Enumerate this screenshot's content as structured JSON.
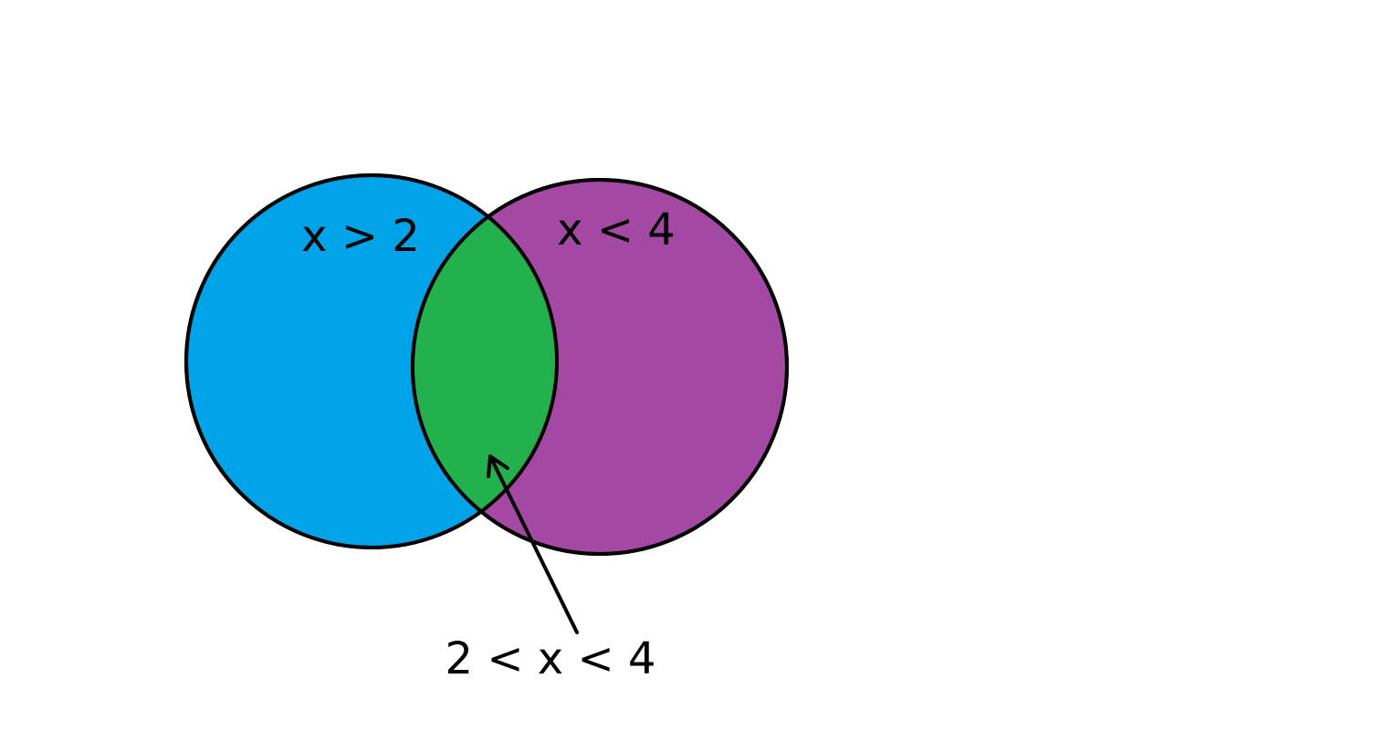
{
  "diagram": {
    "type": "venn",
    "sets": [
      {
        "label": "x > 2",
        "color": "#00a2e8"
      },
      {
        "label": "x < 4",
        "color": "#a349a4"
      }
    ],
    "intersection": {
      "label": "2 < x < 4",
      "color": "#22b14c"
    },
    "outline_color": "#000000",
    "background": "#ffffff"
  }
}
